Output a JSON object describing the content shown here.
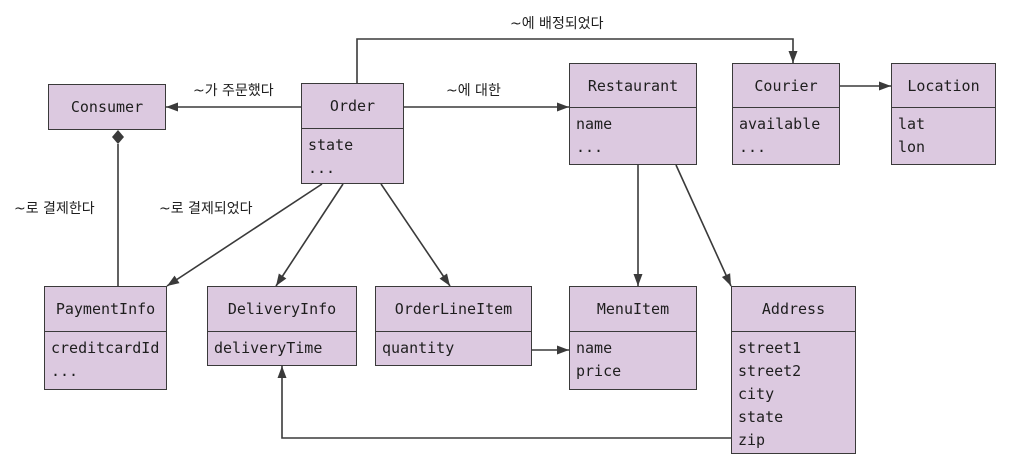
{
  "classes": {
    "consumer": {
      "name": "Consumer",
      "attrs": []
    },
    "order": {
      "name": "Order",
      "attrs": [
        "state",
        "..."
      ]
    },
    "restaurant": {
      "name": "Restaurant",
      "attrs": [
        "name",
        "..."
      ]
    },
    "courier": {
      "name": "Courier",
      "attrs": [
        "available",
        "..."
      ]
    },
    "location": {
      "name": "Location",
      "attrs": [
        "lat",
        "lon"
      ]
    },
    "paymentinfo": {
      "name": "PaymentInfo",
      "attrs": [
        "creditcardId",
        "..."
      ]
    },
    "deliveryinfo": {
      "name": "DeliveryInfo",
      "attrs": [
        "deliveryTime"
      ]
    },
    "orderlineitem": {
      "name": "OrderLineItem",
      "attrs": [
        "quantity"
      ]
    },
    "menuitem": {
      "name": "MenuItem",
      "attrs": [
        "name",
        "price"
      ]
    },
    "address": {
      "name": "Address",
      "attrs": [
        "street1",
        "street2",
        "city",
        "state",
        "zip"
      ]
    }
  },
  "labels": {
    "assigned_to": "~에 배정되었다",
    "ordered_by": "~가 주문했다",
    "for": "~에 대한",
    "pays_with": "~로 결제한다",
    "paid_with": "~로 결제되었다"
  },
  "colors": {
    "box_fill": "#dcc9e0",
    "line": "#3a3a3a"
  }
}
